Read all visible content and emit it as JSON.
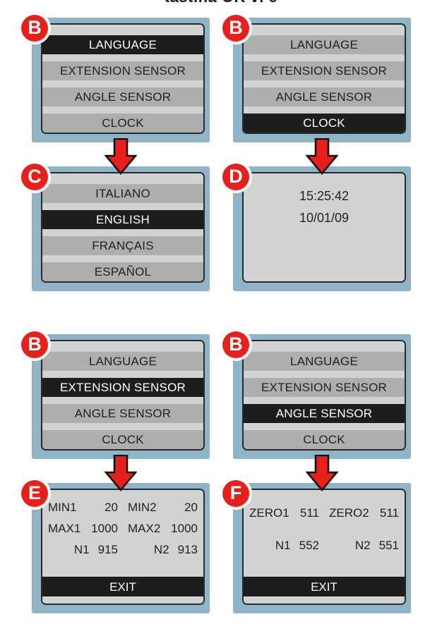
{
  "caption": "tastina OK vi è",
  "colors": {
    "frame": "#8fb4c8",
    "screen_bg": "#d2d2d2",
    "row_dark": "#aeaeae",
    "row_selected": "#1d1d1d",
    "badge_red": "#e8201c",
    "arrow_red": "#e8201c",
    "text": "#231f20"
  },
  "menu": {
    "items": [
      "LANGUAGE",
      "EXTENSION SENSOR",
      "ANGLE SENSOR",
      "CLOCK"
    ]
  },
  "languages": {
    "items": [
      "ITALIANO",
      "ENGLISH",
      "FRANÇAIS",
      "ESPAÑOL"
    ]
  },
  "panels": [
    {
      "id": "b1",
      "badge": "B",
      "type": "menu",
      "selected_index": 0,
      "rows": [
        "LANGUAGE",
        "EXTENSION SENSOR",
        "ANGLE SENSOR",
        "CLOCK"
      ]
    },
    {
      "id": "b2",
      "badge": "B",
      "type": "menu",
      "selected_index": 3,
      "rows": [
        "LANGUAGE",
        "EXTENSION SENSOR",
        "ANGLE SENSOR",
        "CLOCK"
      ]
    },
    {
      "id": "c",
      "badge": "C",
      "type": "menu",
      "selected_index": 1,
      "rows": [
        "ITALIANO",
        "ENGLISH",
        "FRANÇAIS",
        "ESPAÑOL"
      ]
    },
    {
      "id": "d",
      "badge": "D",
      "type": "clock",
      "time": "15:25:42",
      "date": "10/01/09"
    },
    {
      "id": "b3",
      "badge": "B",
      "type": "menu",
      "selected_index": 1,
      "rows": [
        "LANGUAGE",
        "EXTENSION SENSOR",
        "ANGLE SENSOR",
        "CLOCK"
      ]
    },
    {
      "id": "b4",
      "badge": "B",
      "type": "menu",
      "selected_index": 2,
      "rows": [
        "LANGUAGE",
        "EXTENSION SENSOR",
        "ANGLE SENSOR",
        "CLOCK"
      ]
    },
    {
      "id": "e",
      "badge": "E",
      "type": "values",
      "exit_label": "EXIT",
      "lines": [
        [
          {
            "label": "MIN1",
            "value": "20"
          },
          {
            "label": "MIN2",
            "value": "20"
          }
        ],
        [
          {
            "label": "MAX1",
            "value": "1000"
          },
          {
            "label": "MAX2",
            "value": "1000"
          }
        ],
        [
          {
            "label": "N1",
            "value": "915"
          },
          {
            "label": "N2",
            "value": "913"
          }
        ]
      ]
    },
    {
      "id": "f",
      "badge": "F",
      "type": "values",
      "exit_label": "EXIT",
      "lines": [
        [
          {
            "label": "ZERO1",
            "value": "511"
          },
          {
            "label": "ZERO2",
            "value": "511"
          }
        ],
        [
          {
            "label": "N1",
            "value": "552"
          },
          {
            "label": "N2",
            "value": "551"
          }
        ]
      ]
    }
  ],
  "badges": {
    "b1": "B",
    "b2": "B",
    "c": "C",
    "d": "D",
    "b3": "B",
    "b4": "B",
    "e": "E",
    "f": "F"
  },
  "extension_sensor": {
    "min1_label": "MIN1",
    "min1_value": "20",
    "min2_label": "MIN2",
    "min2_value": "20",
    "max1_label": "MAX1",
    "max1_value": "1000",
    "max2_label": "MAX2",
    "max2_value": "1000",
    "n1_label": "N1",
    "n1_value": "915",
    "n2_label": "N2",
    "n2_value": "913",
    "exit_label": "EXIT"
  },
  "angle_sensor": {
    "zero1_label": "ZERO1",
    "zero1_value": "511",
    "zero2_label": "ZERO2",
    "zero2_value": "511",
    "n1_label": "N1",
    "n1_value": "552",
    "n2_label": "N2",
    "n2_value": "551",
    "exit_label": "EXIT"
  },
  "clock": {
    "time": "15:25:42",
    "date": "10/01/09"
  }
}
